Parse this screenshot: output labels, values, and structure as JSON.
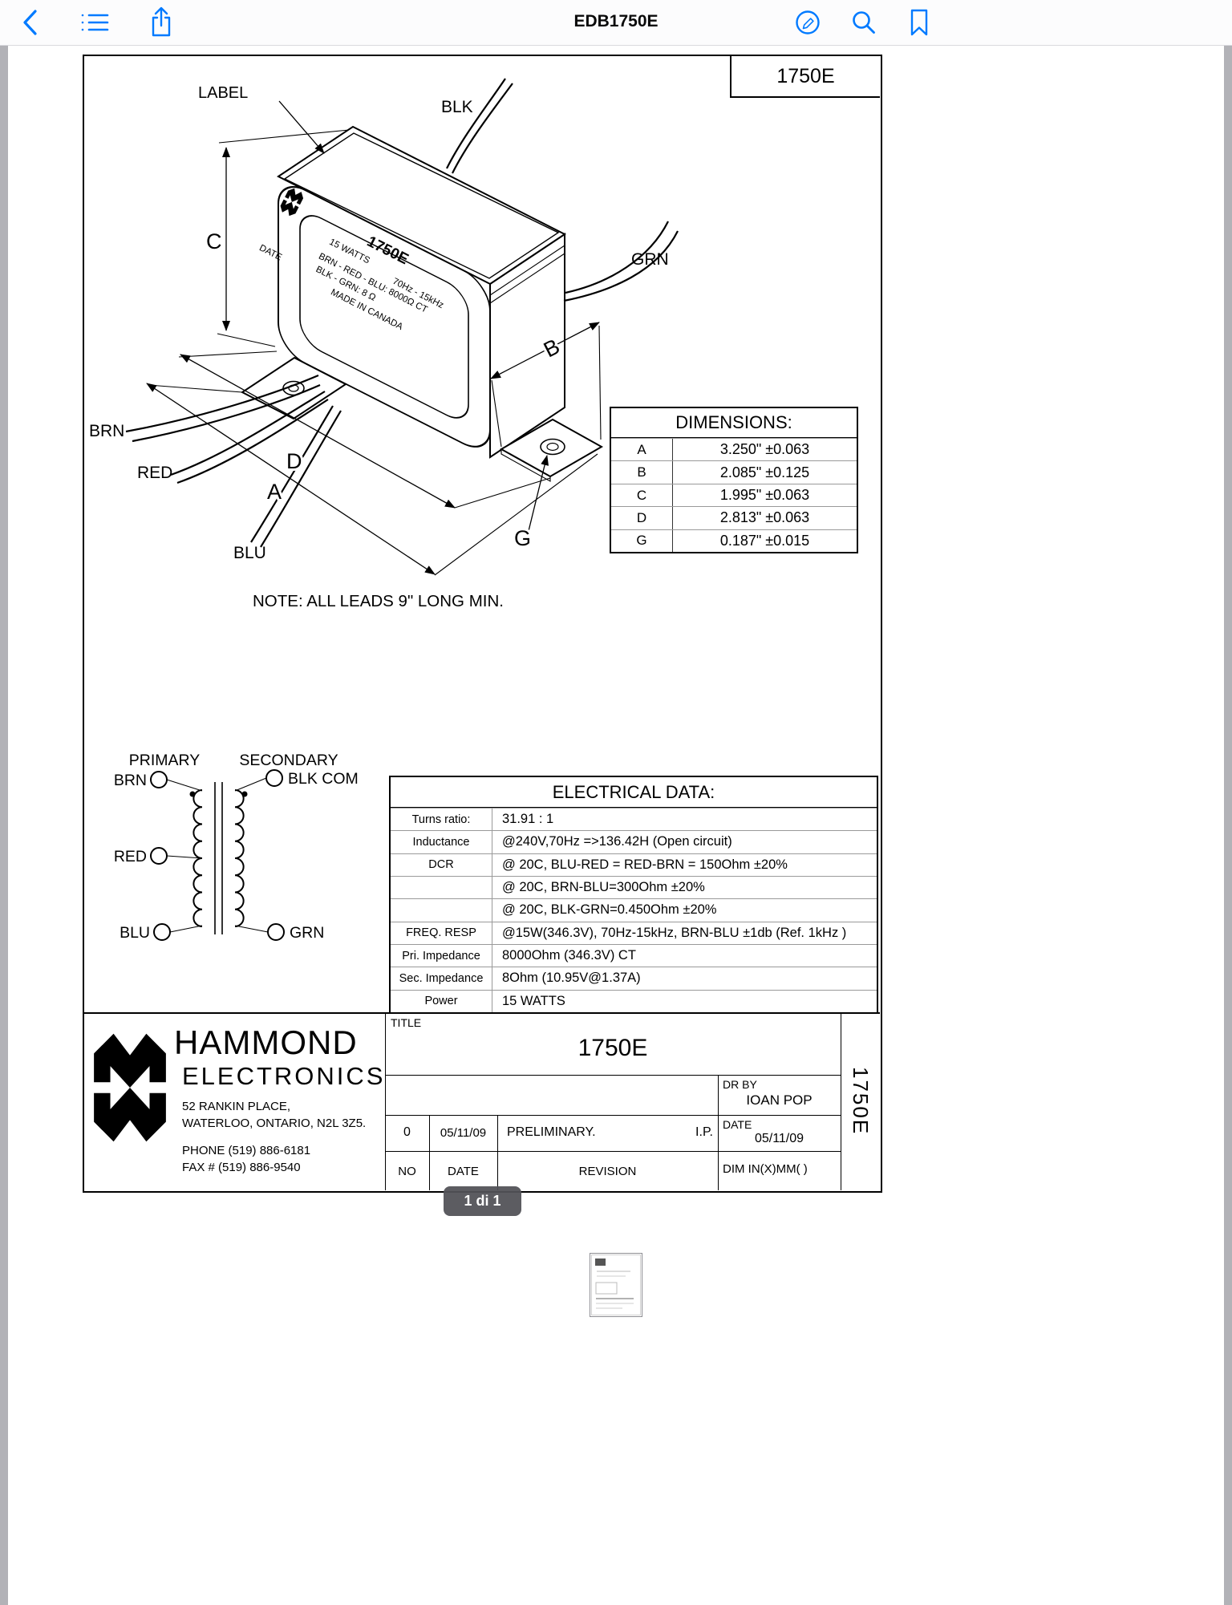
{
  "toolbar": {
    "title": "EDB1750E",
    "icons": {
      "back": "chevron-left",
      "contents": "list",
      "share": "share-up-arrow",
      "markup": "pencil-circle",
      "search": "magnifier",
      "bookmark": "bookmark"
    },
    "accent_color": "#007AFF"
  },
  "sheet": {
    "doc_number": "1750E",
    "drawing": {
      "callout": "LABEL",
      "wires": {
        "blk": "BLK",
        "grn": "GRN",
        "brn": "BRN",
        "red": "RED",
        "blu": "BLU"
      },
      "dims": {
        "a": "A",
        "b": "B",
        "c": "C",
        "d": "D",
        "g": "G"
      },
      "product_label": {
        "part": "1750E",
        "watts": "15 WATTS",
        "freq": "70Hz - 15kHz",
        "date": "DATE",
        "pri": "BRN - RED - BLU:  8000Ω CT",
        "sec": "BLK - GRN:  8 Ω",
        "made": "MADE IN CANADA"
      }
    },
    "note": "NOTE: ALL LEADS 9\" LONG MIN.",
    "dimensions_table": {
      "title": "DIMENSIONS:",
      "rows": [
        {
          "k": "A",
          "v": "3.250\"  ±0.063"
        },
        {
          "k": "B",
          "v": "2.085\"  ±0.125"
        },
        {
          "k": "C",
          "v": "1.995\"  ±0.063"
        },
        {
          "k": "D",
          "v": "2.813\"  ±0.063"
        },
        {
          "k": "G",
          "v": "0.187\"  ±0.015"
        }
      ]
    },
    "schematic": {
      "primary": "PRIMARY",
      "secondary": "SECONDARY",
      "brn": "BRN",
      "red": "RED",
      "blu": "BLU",
      "blk": "BLK  COM",
      "grn": "GRN"
    },
    "electrical_table": {
      "title": "ELECTRICAL DATA:",
      "rows": [
        {
          "label": "Turns ratio:",
          "value": "31.91 : 1"
        },
        {
          "label": "Inductance",
          "value": "@240V,70Hz =>136.42H (Open circuit)"
        },
        {
          "label": "DCR",
          "value": "@ 20C, BLU-RED = RED-BRN = 150Ohm ±20%"
        },
        {
          "label": "",
          "value": "@ 20C, BRN-BLU=300Ohm ±20%"
        },
        {
          "label": "",
          "value": "@ 20C, BLK-GRN=0.450Ohm ±20%"
        },
        {
          "label": "FREQ. RESP",
          "value": "@15W(346.3V), 70Hz-15kHz, BRN-BLU ±1db  (Ref. 1kHz )"
        },
        {
          "label": "Pri. Impedance",
          "value": "8000Ohm (346.3V) CT"
        },
        {
          "label": "Sec. Impedance",
          "value": "8Ohm (10.95V@1.37A)"
        },
        {
          "label": "Power",
          "value": "15 WATTS"
        }
      ]
    },
    "title_block": {
      "company": "HAMMOND",
      "company2": "ELECTRONICS",
      "address1": "52 RANKIN PLACE,",
      "address2": "WATERLOO, ONTARIO, N2L 3Z5.",
      "phone": "PHONE (519) 886-6181",
      "fax": "FAX # (519) 886-9540",
      "title_label": "TITLE",
      "title_value": "1750E",
      "dr_by_label": "DR BY",
      "dr_by_value": "IOAN POP",
      "date_label": "DATE",
      "date_value": "05/11/09",
      "rev_no": "0",
      "rev_date": "05/11/09",
      "rev_desc": "PRELIMINARY.",
      "rev_by": "I.P.",
      "no_label": "NO",
      "date_col": "DATE",
      "revision_label": "REVISION",
      "dim_label": "DIM IN(X)MM( )",
      "side_code": "1750E"
    }
  },
  "viewer": {
    "page_indicator": "1 di 1"
  }
}
